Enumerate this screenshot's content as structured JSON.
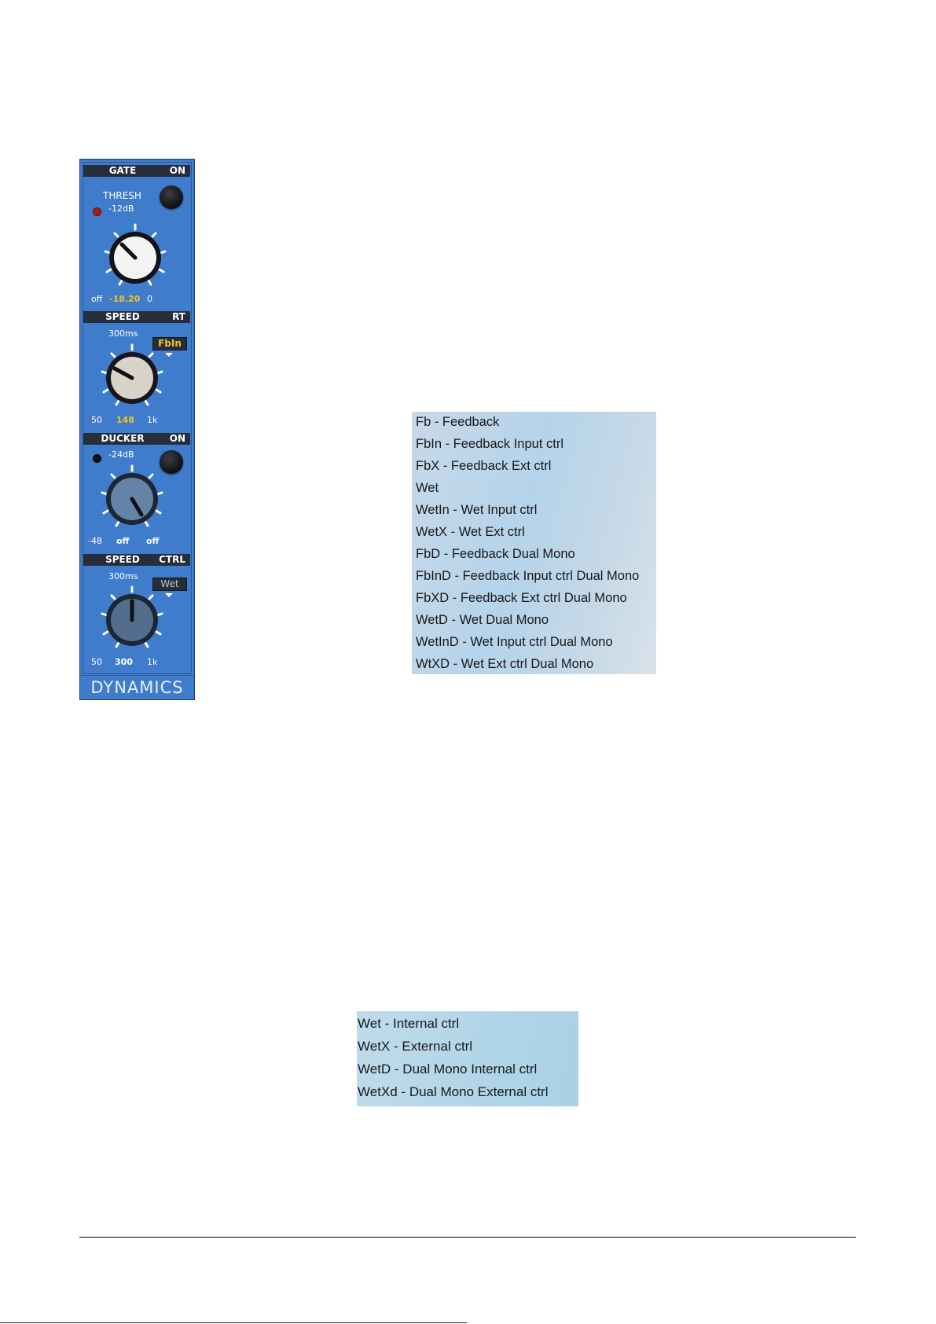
{
  "dynamics_panel": {
    "title": "DYNAMICS",
    "gate": {
      "header_label": "GATE",
      "header_state": "ON",
      "thresh_label": "THRESH",
      "thresh_range": "-12dB",
      "scale_min": "off",
      "value": "-18.20",
      "scale_max": "0",
      "led_color": "#b01a10"
    },
    "gate_speed": {
      "header_label": "SPEED",
      "header_mode": "RT",
      "time_label": "300ms",
      "selector": "FbIn",
      "scale_min": "50",
      "value": "148",
      "scale_max": "1k"
    },
    "ducker": {
      "header_label": "DUCKER",
      "header_state": "ON",
      "range_label": "-24dB",
      "scale_min": "-48",
      "value": "off",
      "scale_max": "off",
      "led_color": "#111111"
    },
    "ducker_speed": {
      "header_label": "SPEED",
      "header_mode": "CTRL",
      "time_label": "300ms",
      "selector": "Wet",
      "scale_min": "50",
      "value": "300",
      "scale_max": "1k"
    }
  },
  "feedback_options_list": [
    "Fb - Feedback",
    "FbIn - Feedback Input ctrl",
    "FbX - Feedback Ext ctrl",
    "Wet",
    "WetIn - Wet Input ctrl",
    "WetX - Wet Ext ctrl",
    "FbD - Feedback Dual Mono",
    "FbInD - Feedback Input ctrl Dual Mono",
    "FbXD - Feedback Ext ctrl Dual Mono",
    "WetD - Wet Dual Mono",
    "WetInD - Wet Input ctrl Dual Mono",
    "WtXD - Wet Ext ctrl Dual Mono"
  ],
  "wet_options_list": [
    "Wet - Internal ctrl",
    "WetX - External ctrl",
    "WetD - Dual Mono Internal ctrl",
    "WetXd - Dual Mono External ctrl"
  ],
  "colors": {
    "panel_blue": "#3f7ccb",
    "header_dark": "#262e3b",
    "value_yellow": "#f5c322"
  }
}
